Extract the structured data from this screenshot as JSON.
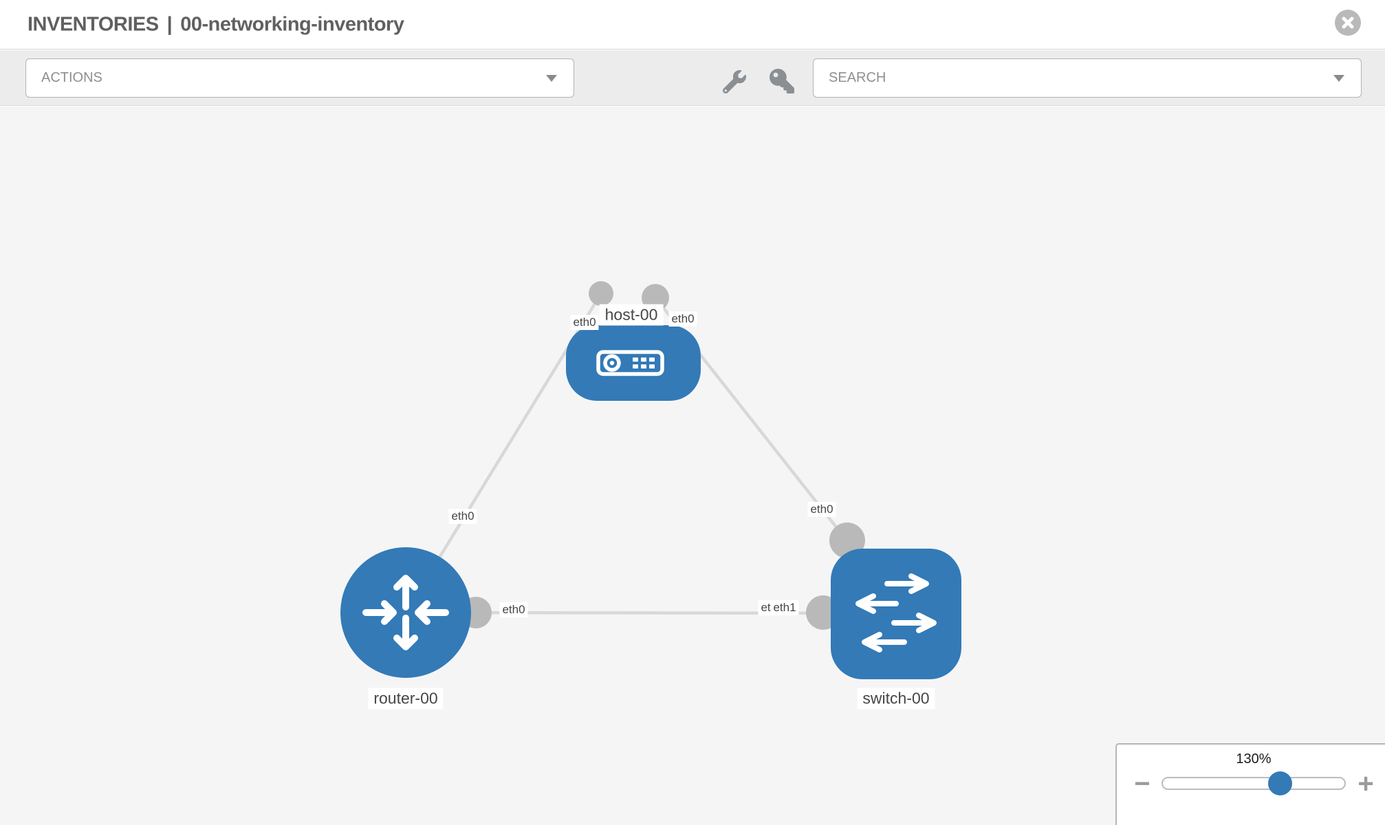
{
  "header": {
    "section": "INVENTORIES",
    "separator": "|",
    "inventory_name": "00-networking-inventory"
  },
  "toolbar": {
    "actions_placeholder": "ACTIONS",
    "search_placeholder": "SEARCH",
    "icons": [
      "wrench-icon",
      "key-icon"
    ]
  },
  "topology": {
    "nodes": [
      {
        "label": "host-00",
        "type": "host"
      },
      {
        "label": "router-00",
        "type": "router"
      },
      {
        "label": "switch-00",
        "type": "switch"
      }
    ],
    "links": [
      {
        "from": "router-00",
        "to": "host-00"
      },
      {
        "from": "host-00",
        "to": "switch-00"
      },
      {
        "from": "router-00",
        "to": "switch-00"
      }
    ],
    "port_labels": [
      {
        "text": "eth0"
      },
      {
        "text": "eth0"
      },
      {
        "text": "eth0"
      },
      {
        "text": "eth0"
      },
      {
        "text": "eth0"
      },
      {
        "text": "eth0"
      },
      {
        "text": "eth1"
      }
    ]
  },
  "zoom_control": {
    "level": "130%",
    "decrease": "−",
    "increase": "+"
  },
  "colors": {
    "node_fill": "#337ab7",
    "link": "#d8d8d8",
    "port": "#b9b9b9",
    "slider_thumb": "#337ab7",
    "canvas_bg": "#f5f5f6",
    "toolbar_bg": "#ececec",
    "title_text": "#606060"
  }
}
